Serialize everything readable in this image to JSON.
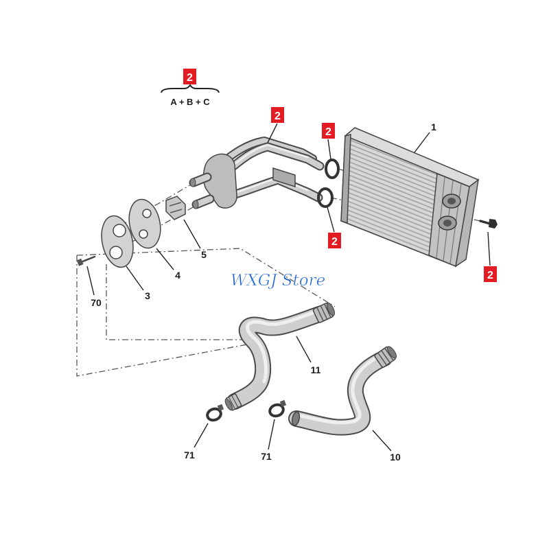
{
  "diagram": {
    "group_callout": {
      "ref": "2",
      "formula": "A + B + C"
    },
    "callouts": {
      "pipe_set_ref": "2",
      "upper_seal_ref": "2",
      "lower_seal_ref": "2",
      "core_screw_ref": "2",
      "heater_core": "1",
      "outer_plate": "3",
      "inner_plate": "4",
      "clip": "5",
      "plate_screw": "70",
      "upper_hose": "11",
      "left_clamp": "71",
      "right_clamp": "71",
      "lower_hose": "10"
    },
    "watermark": "WXGJ Store"
  },
  "colors": {
    "callout_red": "#e31b23",
    "watermark_blue": "#1e63d6"
  }
}
